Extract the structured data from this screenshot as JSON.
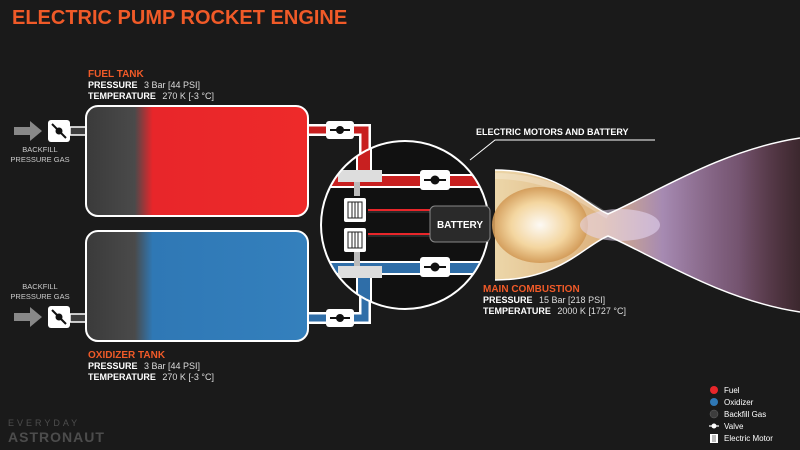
{
  "title": "ELECTRIC PUMP ROCKET ENGINE",
  "fuel_tank": {
    "name": "FUEL TANK",
    "pressure_label": "PRESSURE",
    "pressure_value": "3 Bar [44 PSI]",
    "temperature_label": "TEMPERATURE",
    "temperature_value": "270 K [-3 °C]"
  },
  "oxidizer_tank": {
    "name": "OXIDIZER TANK",
    "pressure_label": "PRESSURE",
    "pressure_value": "3 Bar [44 PSI]",
    "temperature_label": "TEMPERATURE",
    "temperature_value": "270 K [-3 °C]"
  },
  "backfill_top": {
    "line1": "BACKFILL",
    "line2": "PRESSURE GAS"
  },
  "backfill_bottom": {
    "line1": "BACKFILL",
    "line2": "PRESSURE GAS"
  },
  "motors_label": "ELECTRIC MOTORS AND BATTERY",
  "battery_label": "BATTERY",
  "main_combustion": {
    "name": "MAIN COMBUSTION",
    "pressure_label": "PRESSURE",
    "pressure_value": "15 Bar [218 PSI]",
    "temperature_label": "TEMPERATURE",
    "temperature_value": "2000 K [1727 °C]"
  },
  "legend": [
    {
      "label": "Fuel",
      "color": "#e8262a",
      "symbol": "dot"
    },
    {
      "label": "Oxidizer",
      "color": "#2f78b5",
      "symbol": "dot"
    },
    {
      "label": "Backfill Gas",
      "color": "#3d3d3d",
      "symbol": "dot"
    },
    {
      "label": "Valve",
      "color": "#ffffff",
      "symbol": "valve"
    },
    {
      "label": "Electric Motor",
      "color": "#ffffff",
      "symbol": "motor"
    }
  ],
  "watermark": {
    "line1": "EVERYDAY",
    "line2": "ASTRONAUT"
  },
  "colors": {
    "fuel": "#e8262a",
    "oxidizer": "#2f78b5",
    "backfill": "#3d3d3d",
    "accent": "#f05a28",
    "background": "#1a1a1a"
  }
}
